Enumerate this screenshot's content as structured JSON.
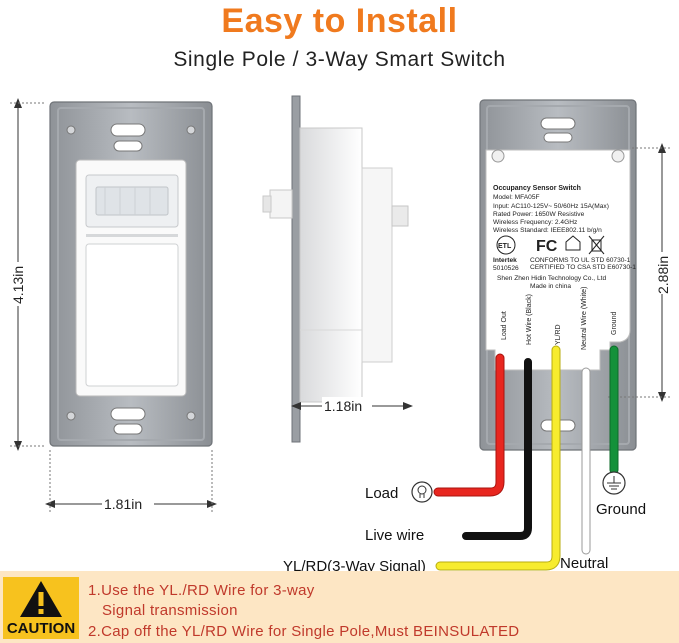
{
  "title": "Easy to Install",
  "subtitle": "Single Pole / 3-Way Smart Switch",
  "dimensions": {
    "height": "4.13in",
    "width": "1.81in",
    "depth": "1.18in",
    "back_height": "2.88in"
  },
  "label": {
    "heading": "Occupancy Sensor Switch",
    "model": "Model: MFA05F",
    "input": "Input: AC110-125V~ 50/60Hz 15A(Max)",
    "power": "Rated Power: 1650W    Resistive",
    "frequency": "Wireless Frequency: 2.4GHz",
    "standard": "Wireless Standard: IEEE802.11 b/g/n",
    "intertek": "Intertek",
    "intertek_no": "5010526",
    "conforms": "CONFORMS TO UL STD 60730-1",
    "certified": "CERTIFIED TO CSA STD E60730-1",
    "company": "Shen Zhen Hidin Technology Co., Ltd",
    "made_in": "Made in china",
    "fc": "FC",
    "etl": "ETL",
    "terminals": [
      "Load Out",
      "Hot Wire (Black)",
      "YL/RD",
      "Neutral Wire (White)",
      "Ground"
    ]
  },
  "wires": {
    "load": "Load",
    "live": "Live wire",
    "yl_rd": "YL/RD(3-Way Signal)",
    "neutral": "Neutral",
    "ground": "Ground",
    "colors": {
      "load": "#e8261f",
      "live": "#111111",
      "yl_rd": "#f7ec2e",
      "neutral": "#ffffff",
      "ground": "#14913a"
    }
  },
  "caution": {
    "badge": "CAUTION",
    "line1": "1.Use the YL./RD Wire for 3-way",
    "line2": "Signal transmission",
    "line3": "2.Cap off the YL/RD Wire for Single Pole,Must BEINSULATED"
  }
}
